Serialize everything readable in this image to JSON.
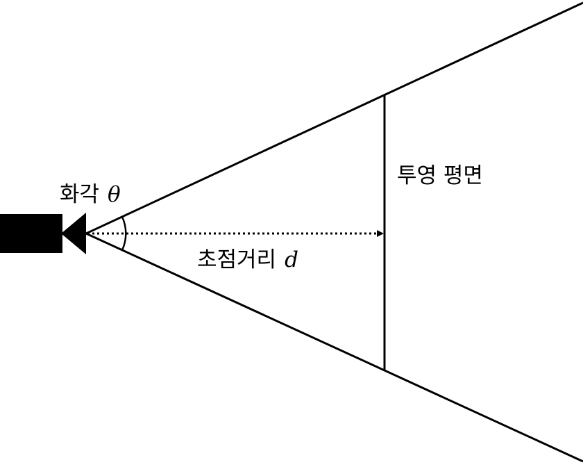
{
  "diagram": {
    "fov_label": "화각",
    "fov_symbol": "θ",
    "focal_label": "초점거리",
    "focal_symbol": "d",
    "plane_label": "투영 평면"
  },
  "colors": {
    "stroke": "#000000",
    "background": "#ffffff"
  },
  "icons": {
    "camera": "camera-icon"
  }
}
